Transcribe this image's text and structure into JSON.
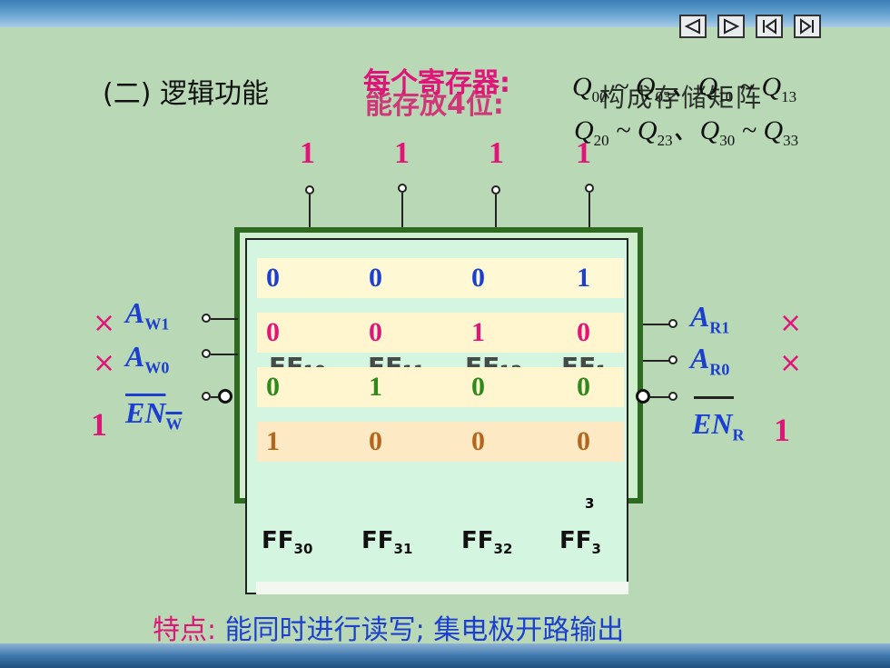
{
  "nav": {
    "buttons": [
      "prev-icon",
      "next-icon",
      "first-icon",
      "last-icon"
    ]
  },
  "title": "(二) 逻辑功能",
  "overlap_text": {
    "a": "每个寄存器:",
    "b": "能存放4位:"
  },
  "q_line1": {
    "a": "Q",
    "s1": "00",
    "b": " ~ Q",
    "s2": "03",
    "c": "、Q",
    "s3": "10",
    "d": " ~ Q",
    "s4": "13"
  },
  "q_line1_ghost": "构成存储矩阵",
  "q_line2": {
    "a": "Q",
    "s1": "20",
    "b": " ~ Q",
    "s2": "23",
    "c": "、Q",
    "s3": "30",
    "d": " ~ Q",
    "s4": "33"
  },
  "top_inputs": [
    "1",
    "1",
    "1",
    "1"
  ],
  "rows": [
    {
      "values": [
        "0",
        "0",
        "0",
        "1"
      ],
      "color": "#1c3fd0"
    },
    {
      "values": [
        "0",
        "0",
        "1",
        "0"
      ],
      "color": "#e0157a"
    },
    {
      "values": [
        "0",
        "1",
        "0",
        "0"
      ],
      "color": "#2f8a1e"
    },
    {
      "values": [
        "1",
        "0",
        "0",
        "0"
      ],
      "color": "#b5651d"
    }
  ],
  "ff_labels": {
    "a": "FF",
    "sa": "30",
    "b": "FF",
    "sb": "31",
    "c": "FF",
    "sc": "32",
    "d": "FF",
    "sd": "3"
  },
  "ff_small": "3",
  "left_pins": {
    "aw1": {
      "a": "A",
      "s": "W1"
    },
    "aw0": {
      "a": "A",
      "s": "W0"
    },
    "enw": {
      "a": "EN",
      "s": "W"
    },
    "mark": "×",
    "value": "1"
  },
  "right_pins": {
    "ar1": {
      "a": "A",
      "s": "R1"
    },
    "ar0": {
      "a": "A",
      "s": "R0"
    },
    "enr": {
      "a": "EN",
      "s": "R"
    },
    "mark": "×",
    "value": "1"
  },
  "feature": {
    "key": "特点:",
    "value": "能同时进行读写; 集电极开路输出"
  },
  "colors": {
    "accent": "#e0157a",
    "blue": "#1c3fd0",
    "frame": "#2f6a21"
  }
}
